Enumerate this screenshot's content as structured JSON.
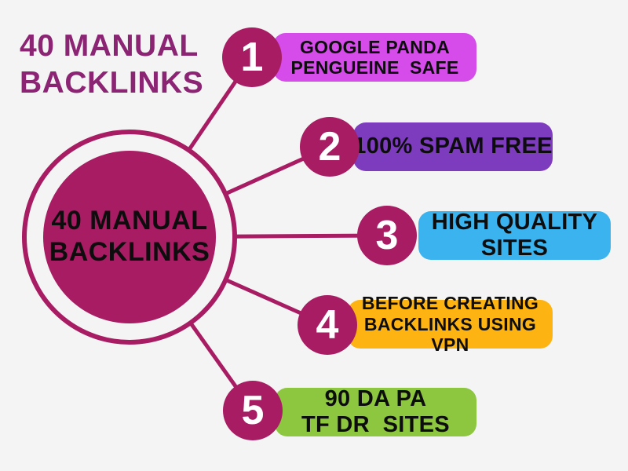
{
  "background": "#f5f4f5",
  "accent": "#a71c62",
  "title": {
    "line1": "40 MANUAL",
    "line2": "BACKLINKS",
    "color": "#8b2473"
  },
  "hub": {
    "line1": "40 MANUAL",
    "line2": "BACKLINKS",
    "fill": "#a71c62",
    "text_color": "#0d0d0d"
  },
  "items": [
    {
      "number": "1",
      "line1": "GOOGLE PANDA",
      "line2": "PENGUEINE  SAFE",
      "bar_color": "#d54ceb"
    },
    {
      "number": "2",
      "line1": "100% SPAM FREE",
      "bar_color": "#7d3cbe"
    },
    {
      "number": "3",
      "line1": "HIGH QUALITY",
      "line2": "SITES",
      "bar_color": "#3ab3ef"
    },
    {
      "number": "4",
      "line1": "BEFORE CREATING",
      "line2": "BACKLINKS USING VPN",
      "bar_color": "#fdb311"
    },
    {
      "number": "5",
      "line1": "90 DA PA",
      "line2": "TF DR  SITES",
      "bar_color": "#8dc63f"
    }
  ]
}
